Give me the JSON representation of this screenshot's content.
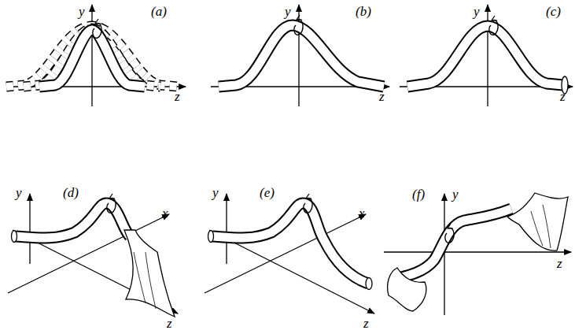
{
  "diagram": {
    "labels": [
      "y",
      "(a)",
      "z",
      "y",
      "(b)",
      "z",
      "y",
      "(c)",
      "z",
      "y",
      "(d)",
      "x",
      "z",
      "y",
      "(e)",
      "x",
      "z",
      "(f)",
      "y",
      "z"
    ]
  }
}
